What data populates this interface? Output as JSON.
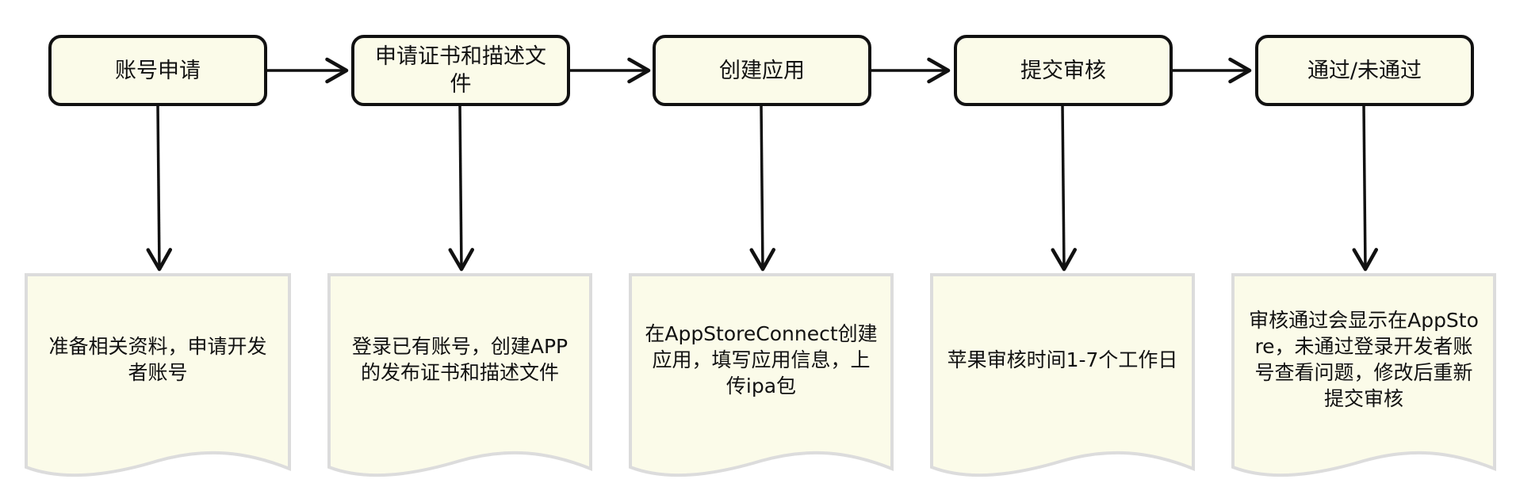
{
  "colors": {
    "box_fill": "#fbfbe9",
    "box_stroke": "#111111",
    "note_fill": "#fbfbe9",
    "note_stroke": "#dcdcdc",
    "arrow": "#111111"
  },
  "steps": [
    {
      "label": "账号申请"
    },
    {
      "label": "申请证书和描述文件"
    },
    {
      "label": "创建应用"
    },
    {
      "label": "提交审核"
    },
    {
      "label": "通过/未通过"
    }
  ],
  "notes": [
    {
      "text": "准备相关资料，申请开发者账号"
    },
    {
      "text": "登录已有账号，创建APP的发布证书和描述文件"
    },
    {
      "text": "在AppStoreConnect创建应用，填写应用信息，上传ipa包"
    },
    {
      "text": "苹果审核时间1-7个工作日"
    },
    {
      "text": "审核通过会显示在AppStore，未通过登录开发者账号查看问题，修改后重新提交审核"
    }
  ]
}
